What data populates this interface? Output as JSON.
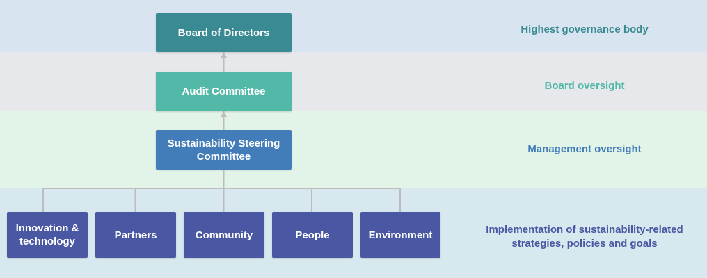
{
  "levels": [
    {
      "label": "Highest governance body",
      "color": "#3a8a93"
    },
    {
      "label": "Board oversight",
      "color": "#52b8a7"
    },
    {
      "label": "Management oversight",
      "color": "#427dba"
    },
    {
      "label": "Implementation of sustainability-related\nstrategies, policies and goals",
      "color": "#4a58a3"
    }
  ],
  "nodes": {
    "board": "Board of Directors",
    "audit": "Audit Committee",
    "steering": "Sustainability Steering Committee",
    "units": [
      "Innovation & technology",
      "Partners",
      "Community",
      "People",
      "Environment"
    ]
  },
  "colors": {
    "connector": "#bdbdbd",
    "band_governance": "#d8e5f0",
    "band_board": "#e6e8ec",
    "band_management": "#e1f4e7",
    "band_implementation": "#d7e9ee"
  }
}
